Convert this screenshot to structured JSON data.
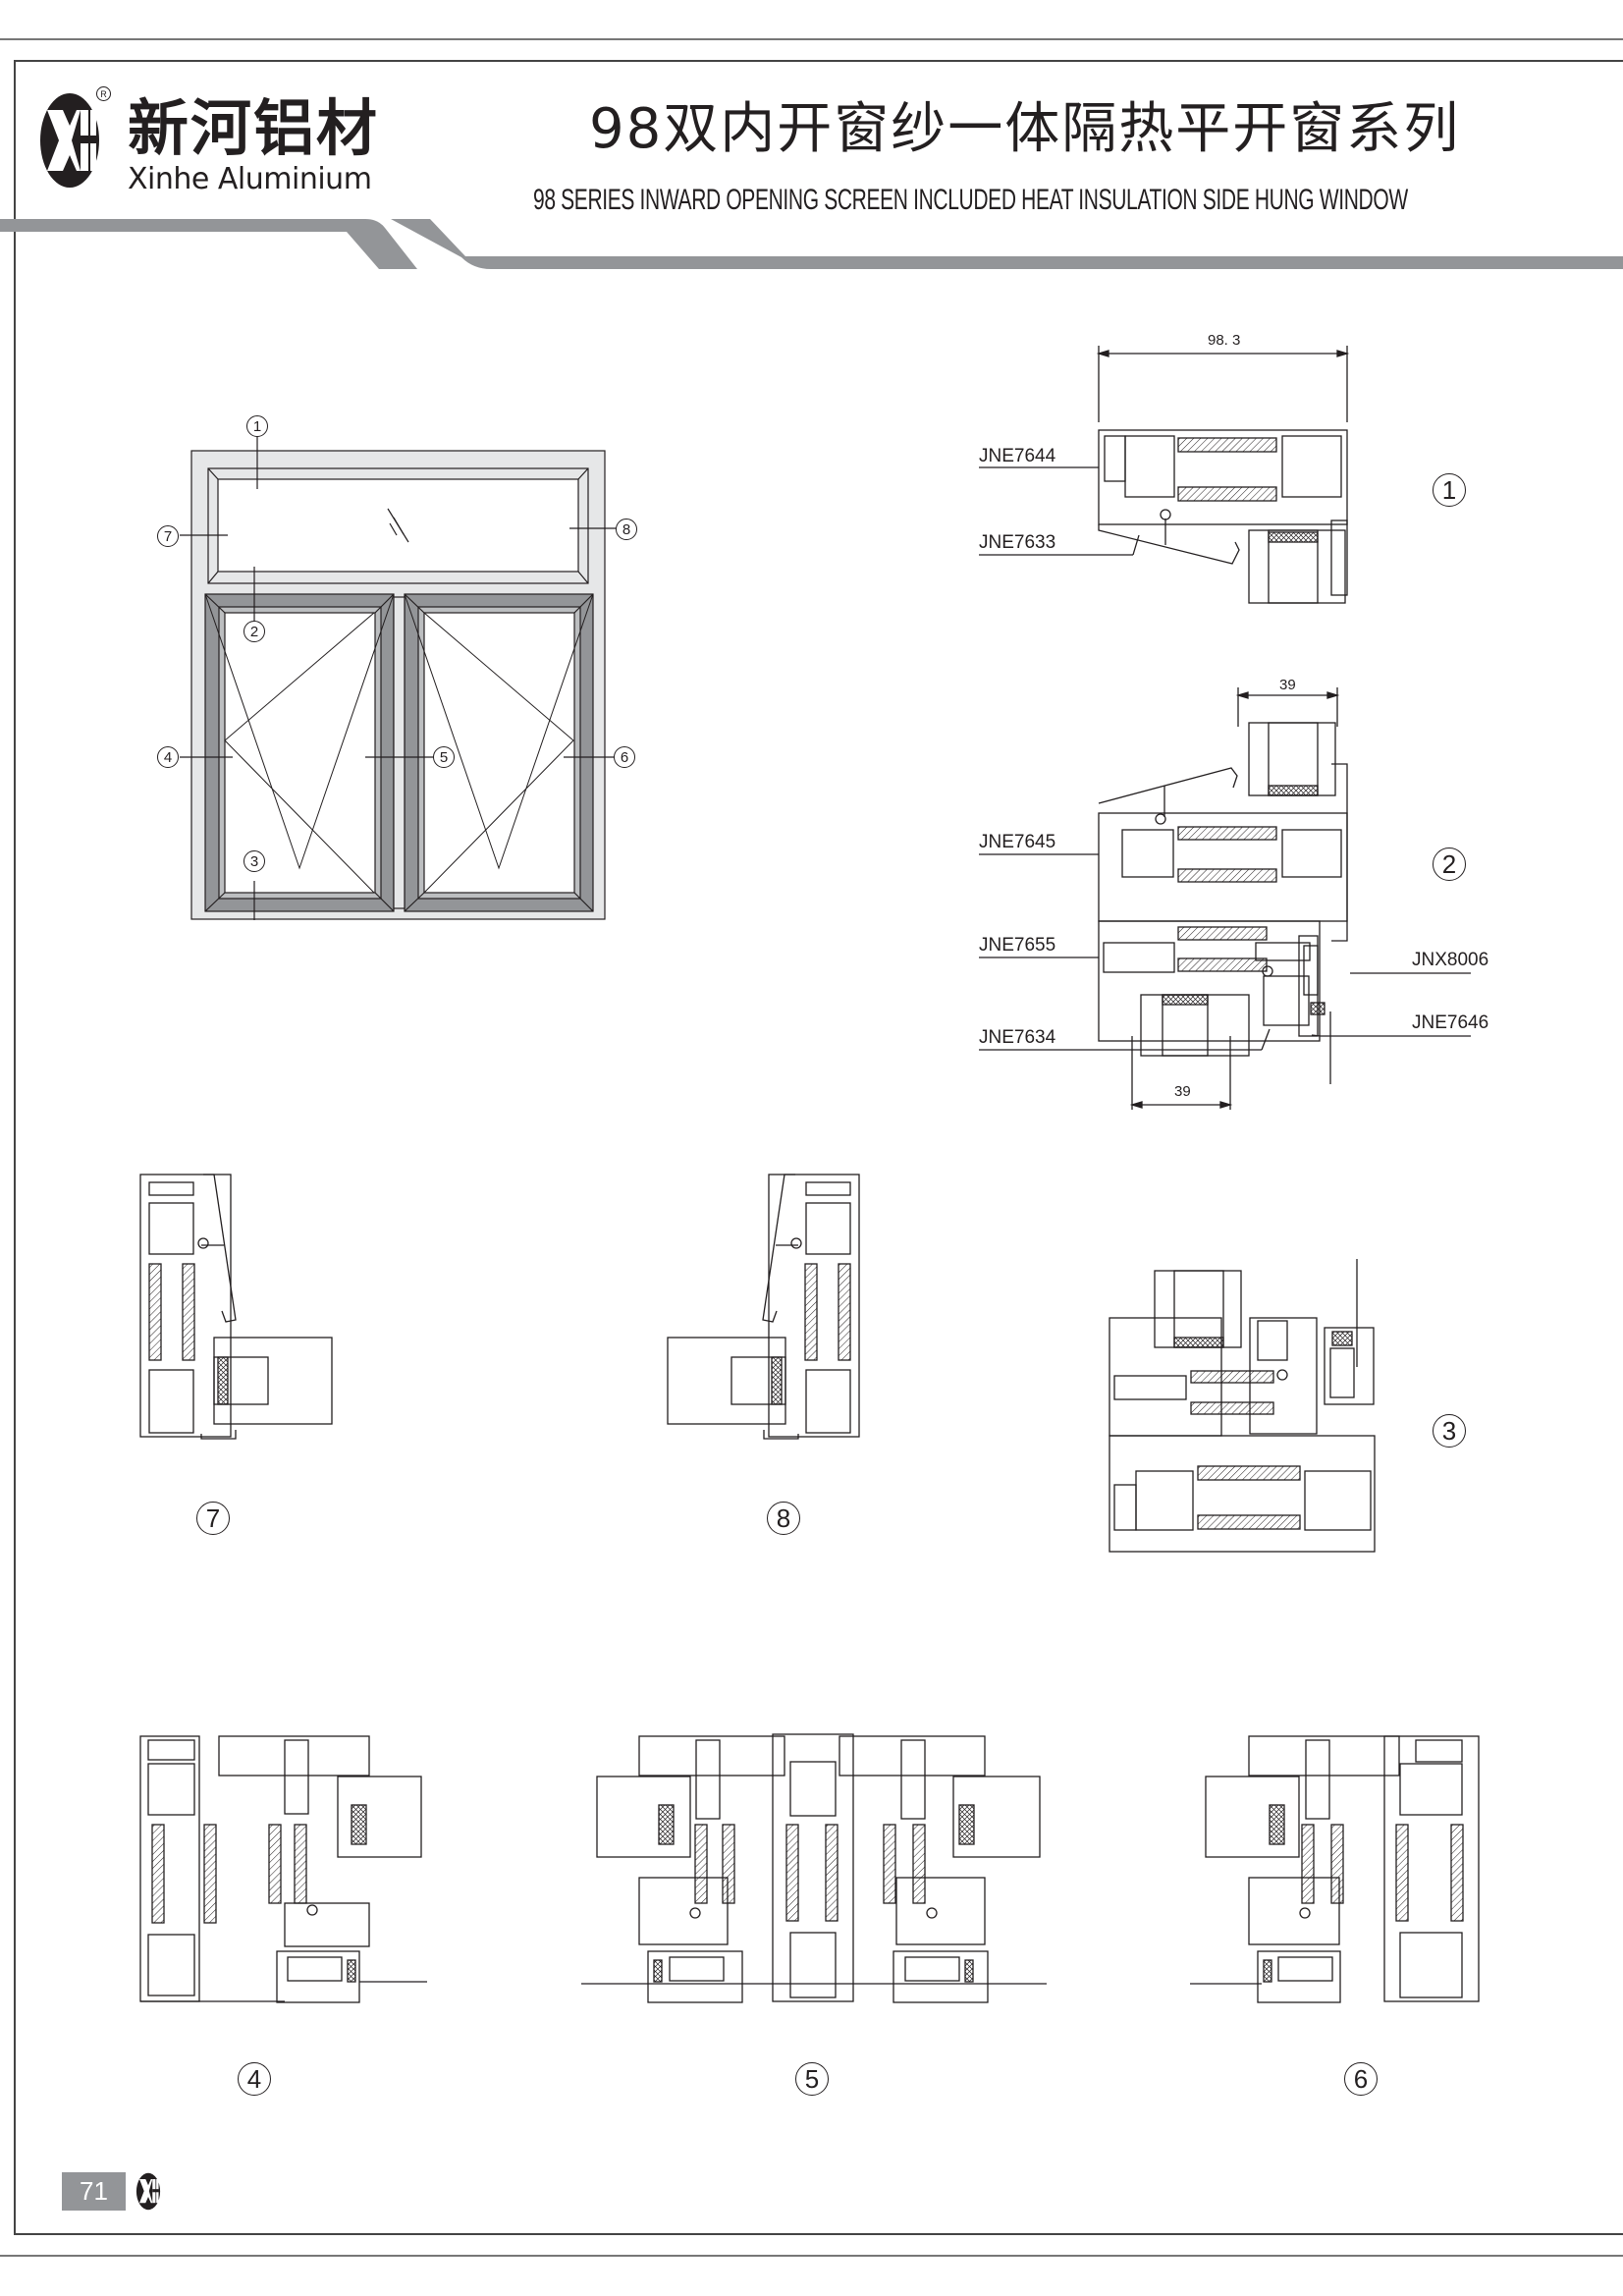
{
  "header": {
    "brand_cn": "新河铝材",
    "brand_en": "Xinhe Aluminium",
    "registered_mark": "R",
    "logo_monogram": "XH",
    "title_cn": "98双内开窗纱一体隔热平开窗系列",
    "title_en": "98 SERIES INWARD OPENING SCREEN INCLUDED HEAT INSULATION SIDE HUNG WINDOW"
  },
  "colors": {
    "band_gray": "#939598",
    "line_dark": "#231f20",
    "frame_light": "#e6e7e8",
    "sash_gray": "#939598"
  },
  "elevation": {
    "callouts": [
      "1",
      "2",
      "3",
      "4",
      "5",
      "6",
      "7",
      "8"
    ]
  },
  "sections": {
    "s1": {
      "number": "1",
      "dimension": "98. 3",
      "labels": [
        "JNE7644",
        "JNE7633"
      ]
    },
    "s2": {
      "number": "2",
      "dimension_top": "39",
      "dimension_bottom": "39",
      "labels": [
        "JNE7645",
        "JNE7655",
        "JNE7634",
        "JNX8006",
        "JNE7646"
      ]
    },
    "s3": {
      "number": "3"
    },
    "s4": {
      "number": "4"
    },
    "s5": {
      "number": "5"
    },
    "s6": {
      "number": "6"
    },
    "s7": {
      "number": "7"
    },
    "s8": {
      "number": "8"
    }
  },
  "footer": {
    "page_number": "71",
    "logo_monogram": "XH"
  }
}
